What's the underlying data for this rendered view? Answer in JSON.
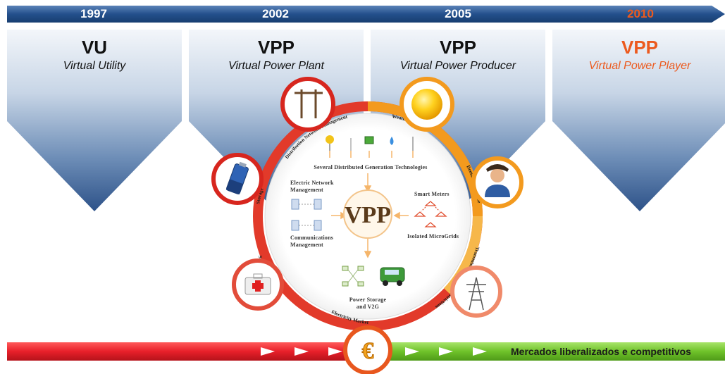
{
  "timeline": {
    "years": [
      "1997",
      "2002",
      "2005",
      "2010"
    ]
  },
  "eras": [
    {
      "acronym": "VU",
      "name": "Virtual Utility"
    },
    {
      "acronym": "VPP",
      "name": "Virtual Power Plant"
    },
    {
      "acronym": "VPP",
      "name": "Virtual Power Producer"
    },
    {
      "acronym": "VPP",
      "name": "Virtual Power Player"
    }
  ],
  "center": {
    "title": "VPP",
    "technologies_label": "Several Distributed Generation Technologies",
    "electric_network_management_label_1": "Electric Network",
    "electric_network_management_label_2": "Management",
    "communications_management_label_1": "Communications",
    "communications_management_label_2": "Management",
    "smart_meters_label": "Smart Meters",
    "isolated_microgrids_label": "Isolated MicroGrids",
    "power_storage_label_1": "Power Storage",
    "power_storage_label_2": "and V2G"
  },
  "ring": {
    "segments": [
      "Distribution Network Management",
      "Weather Forecast",
      "Demand Response",
      "Transmission Network Restrictions",
      "Electricity Market",
      "Security",
      "Storage"
    ]
  },
  "bottom_bar": {
    "label": "Mercados liberalizados e competitivos"
  },
  "colors": {
    "timeline_blue": "#1f4e86",
    "accent_orange": "#ec5a1e",
    "ring_red": "#d92b2b",
    "ring_orange": "#f39a1e",
    "market_red": "#e8202a",
    "market_green": "#6fc22a"
  },
  "icons": [
    "power-pole-icon",
    "sun-icon",
    "person-icon",
    "transmission-tower-icon",
    "euro-icon",
    "first-aid-kit-icon",
    "battery-icon"
  ]
}
